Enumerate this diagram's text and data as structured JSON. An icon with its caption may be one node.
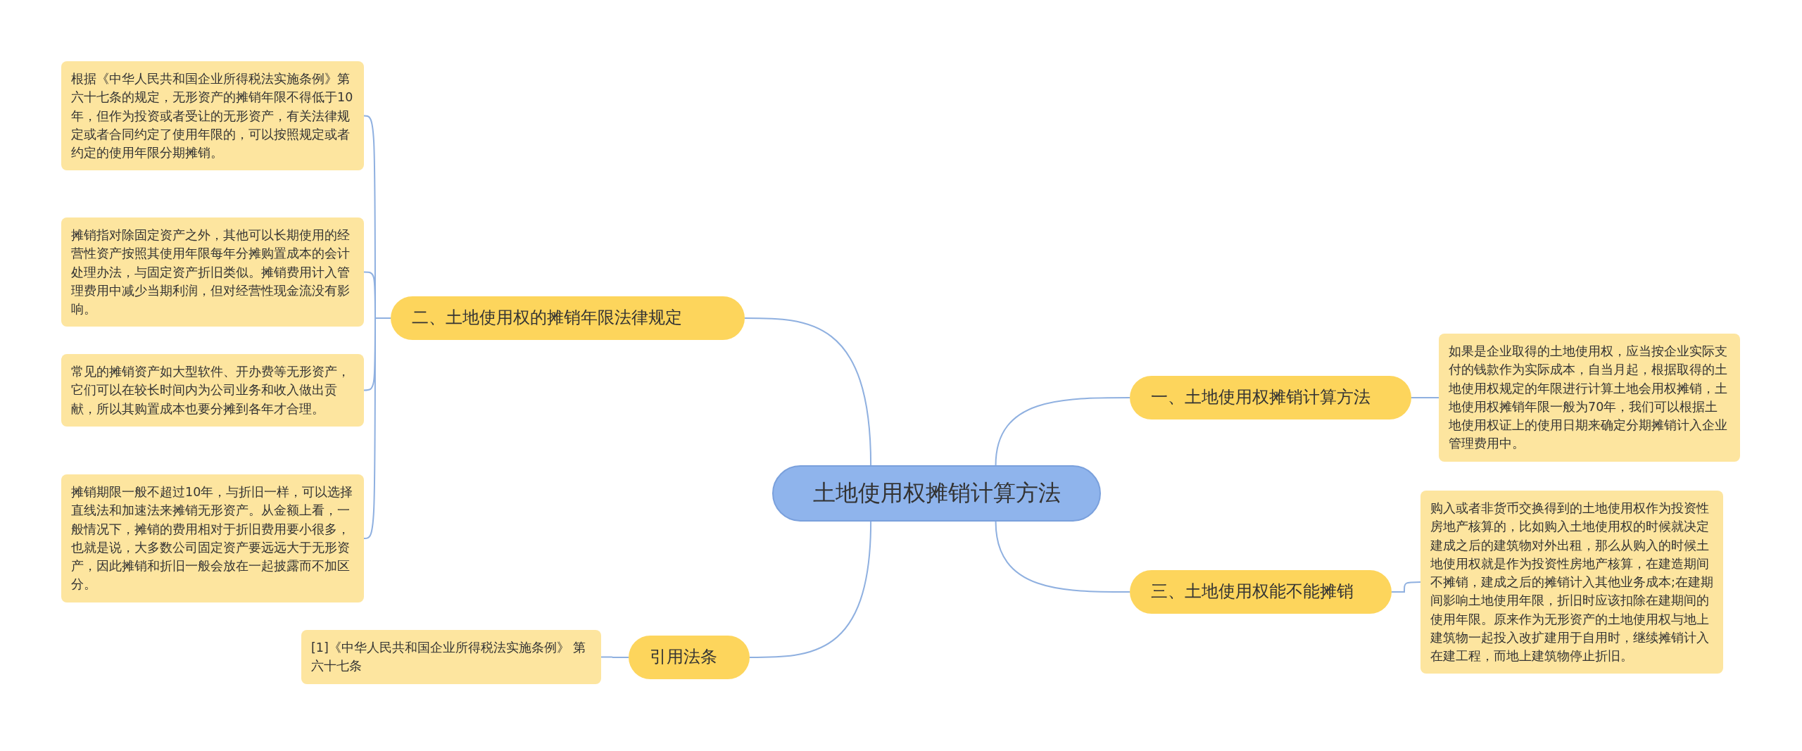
{
  "diagram": {
    "nodes": [
      {
        "text": [
          "土地使用权摊销计算方法"
        ]
      },
      {
        "text": [
          "二、土地使用权的摊销年限法律规定"
        ]
      },
      {
        "text": [
          "根据《中华人民共和国企业所得税法实施条例》第六十七条的规定，无形资产的摊销年限不得低于10年，但作为投资或者受让的无形资产，有关法律规定或者合同约定了使用年限的，可以按照规定或者约定的使用年限分期摊销。"
        ]
      },
      {
        "text": [
          "摊销指对除固定资产之外，其他可以长期使用的经营性资产按照其使用年限每年分摊购置成本的会计处理办法，与固定资产折旧类似。摊销费用计入管理费用中减少当期利润，但对经营性现金流没有影响。"
        ]
      },
      {
        "text": [
          "常见的摊销资产如大型软件、开办费等无形资产，它们可以在较长时间内为公司业务和收入做出贡献，所以其购置成本也要分摊到各年才合理。"
        ]
      },
      {
        "text": [
          "摊销期限一般不超过10年，与折旧一样，可以选择直线法和加速法来摊销无形资产。从金额上看，一般情况下，摊销的费用相对于折旧费用要小很多，也就是说，大多数公司固定资产要远远大于无形资产，因此摊销和折旧一般会放在一起披露而不加区分。"
        ]
      },
      {
        "text": [
          "一、土地使用权摊销计算方法"
        ]
      },
      {
        "text": [
          "如果是企业取得的土地使用权，应当按企业实际支付的钱款作为实际成本，自当月起，根据取得的土地使用权规定的年限进行计算土地会用权摊销，土地使用权摊销年限一般为70年，我们可以根据土地使用权证上的使用日期来确定分期摊销计入企业管理费用中。"
        ]
      },
      {
        "text": [
          "三、土地使用权能不能摊销"
        ]
      },
      {
        "text": [
          "购入或者非货币交换得到的土地使用权作为投资性房地产核算的，比如购入土地使用权的时候就决定建成之后的建筑物对外出租，那么从购入的时候土地使用权就是作为投资性房地产核算，在建造期间不摊销，建成之后的摊销计入其他业务成本;在建期间影响土地使用年限，折旧时应该扣除在建期间的使用年限。原来作为无形资产的土地使用权与地上建筑物一起投入改扩建用于自用时，继续摊销计入在建工程，而地上建筑物停止折旧。"
        ]
      },
      {
        "text": [
          "引用法条"
        ]
      },
      {
        "text": [
          "[1]《中华人民共和国企业所得税法实施条例》 第六十七条"
        ]
      }
    ],
    "edges": [
      {
        "from": 0,
        "to": 1,
        "arrow": "none"
      },
      {
        "from": 1,
        "to": 2,
        "arrow": "none"
      },
      {
        "from": 1,
        "to": 3,
        "arrow": "none"
      },
      {
        "from": 1,
        "to": 4,
        "arrow": "none"
      },
      {
        "from": 1,
        "to": 5,
        "arrow": "none"
      },
      {
        "from": 0,
        "to": 6,
        "arrow": "none"
      },
      {
        "from": 6,
        "to": 7,
        "arrow": "none"
      },
      {
        "from": 0,
        "to": 8,
        "arrow": "none"
      },
      {
        "from": 8,
        "to": 9,
        "arrow": "none"
      },
      {
        "from": 0,
        "to": 10,
        "arrow": "none"
      },
      {
        "from": 10,
        "to": 11,
        "arrow": "none"
      }
    ]
  }
}
